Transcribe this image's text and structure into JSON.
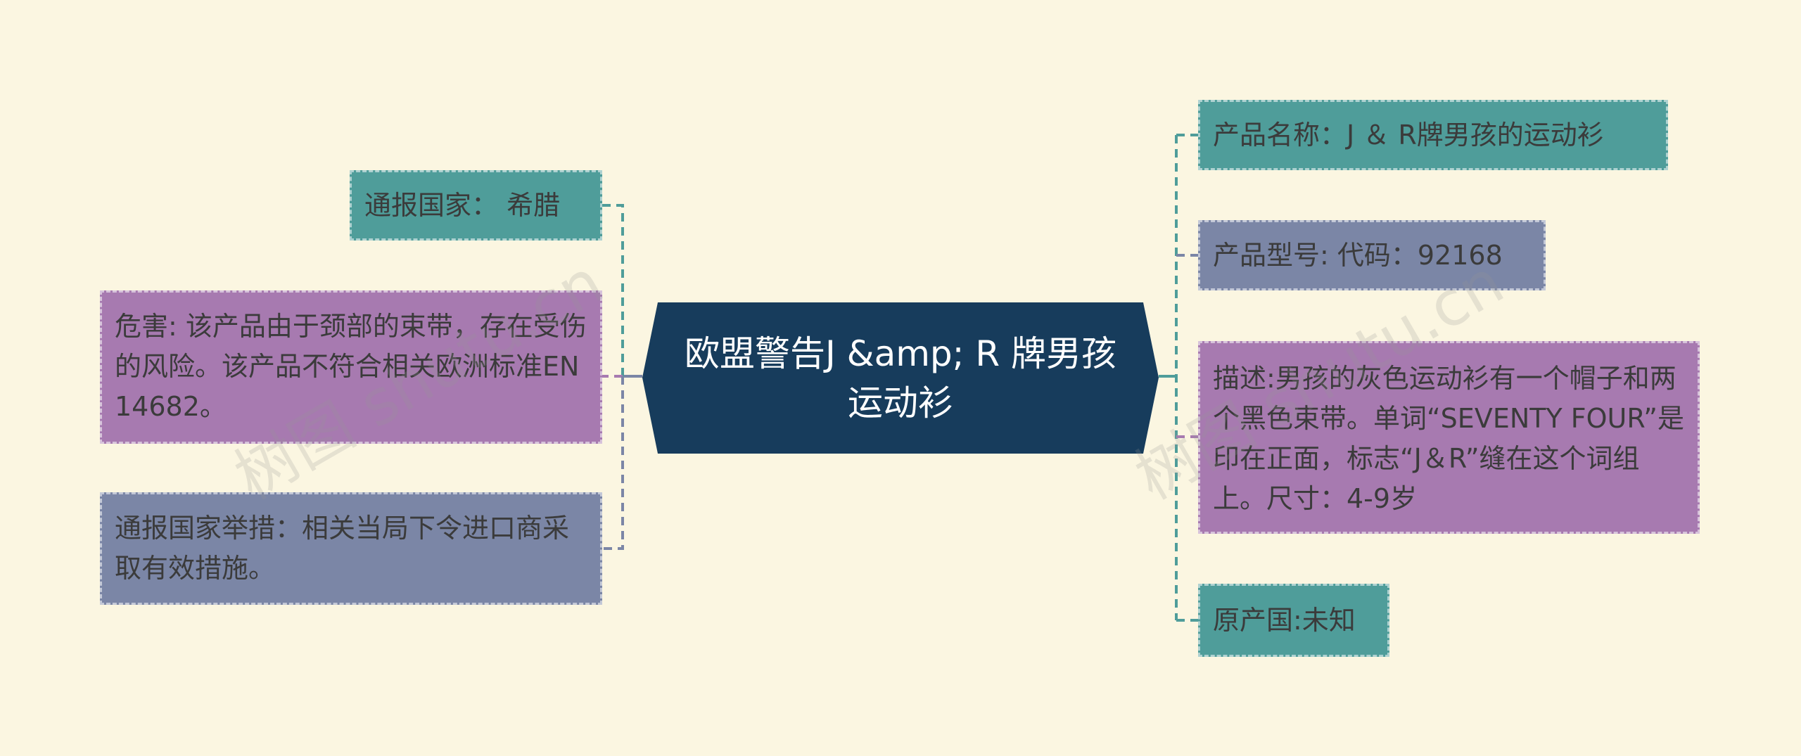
{
  "center": {
    "title": "欧盟警告J &amp; R 牌男孩运动衫"
  },
  "left_nodes": [
    {
      "id": "notifying-country",
      "text": "通报国家：  希腊",
      "color": "teal"
    },
    {
      "id": "hazard",
      "text": "危害: 该产品由于颈部的束带，存在受伤的风险。该产品不符合相关欧洲标准EN 14682。",
      "color": "purple"
    },
    {
      "id": "measures",
      "text": "通报国家举措：相关当局下令进口商采取有效措施。",
      "color": "slate"
    }
  ],
  "right_nodes": [
    {
      "id": "product-name",
      "text": "产品名称：J ＆ R牌男孩的运动衫",
      "color": "teal"
    },
    {
      "id": "product-model",
      "text": "产品型号: 代码：92168",
      "color": "slate"
    },
    {
      "id": "description",
      "text": "描述:男孩的灰色运动衫有一个帽子和两个黑色束带。单词“SEVENTY FOUR”是印在正面，标志“J＆R”缝在这个词组上。尺寸：4-9岁",
      "color": "purple"
    },
    {
      "id": "origin",
      "text": "原产国:未知",
      "color": "teal"
    }
  ],
  "watermarks": [
    "树图 shutu.cn",
    "树图 shutu.cn"
  ],
  "colors": {
    "background": "#fbf6e1",
    "center": "#173c5c",
    "teal": "#4f9d9a",
    "purple": "#a77ab0",
    "slate": "#7b86a6",
    "line_teal": "#4f9d9a",
    "line_slate": "#7b86a6"
  }
}
